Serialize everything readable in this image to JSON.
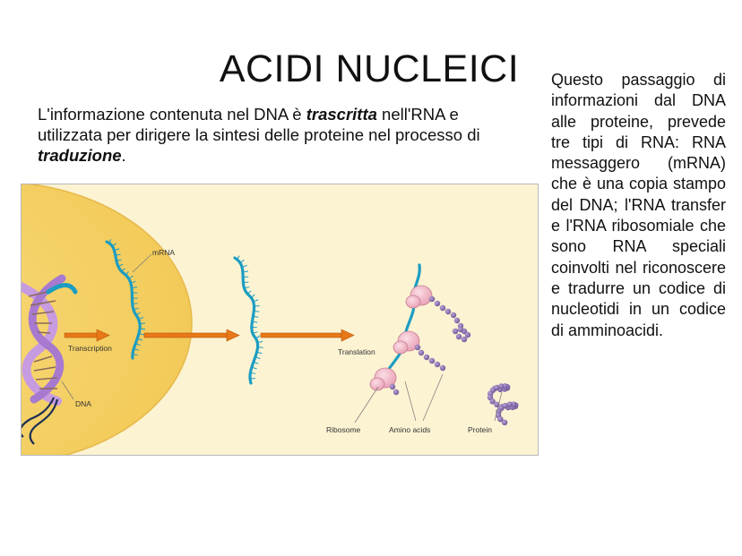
{
  "slide": {
    "title": "ACIDI NUCLEICI",
    "intro": {
      "part1": "L'informazione contenuta nel DNA è ",
      "em1": "trascritta",
      "part2": " nell'RNA e utilizzata per dirigere la sintesi delle proteine nel processo di ",
      "em2": "traduzione",
      "part3": "."
    },
    "side_text": "Questo passaggio di informazioni dal DNA alle proteine, prevede tre tipi di RNA: RNA messaggero (mRNA) che è una copia stampo del DNA; l'RNA transfer e l'RNA ribosomiale che sono RNA speciali coinvolti nel riconoscere e tradurre un codice di nucleotidi in un codice di amminoacidi."
  },
  "figure": {
    "labels": {
      "mrna": "mRNA",
      "transcription": "Transcription",
      "dna": "DNA",
      "translation": "Translation",
      "ribosome": "Ribosome",
      "amino_acids": "Amino acids",
      "protein": "Protein"
    },
    "colors": {
      "nucleus": "#f6d46c",
      "background": "#fcf3d3",
      "mrna_strand": "#1c9dc2",
      "arrow": "#e87817",
      "ribosome": "#f3b6c6",
      "amino_acid": "#8d73b3",
      "dna_helix": "#c79be0"
    }
  }
}
